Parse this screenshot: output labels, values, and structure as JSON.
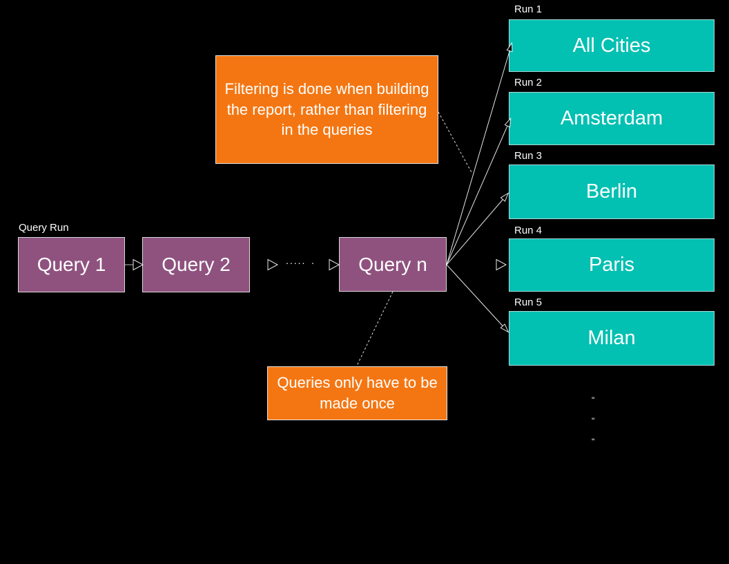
{
  "diagram": {
    "background": "#000000",
    "query_run_label": "Query Run",
    "chain_ellipsis": ".....",
    "chain_dot": ".",
    "queries": [
      {
        "label": "Query 1"
      },
      {
        "label": "Query 2"
      },
      {
        "label": "Query n"
      }
    ],
    "runs": [
      {
        "label": "Run 1",
        "city": "All Cities"
      },
      {
        "label": "Run 2",
        "city": "Amsterdam"
      },
      {
        "label": "Run 3",
        "city": "Berlin"
      },
      {
        "label": "Run 4",
        "city": "Paris"
      },
      {
        "label": "Run 5",
        "city": "Milan"
      }
    ],
    "vertical_ellipsis": [
      "\"",
      "\"",
      "\""
    ],
    "annotations": {
      "filtering": "Filtering is done when building the report, rather than filtering in the queries",
      "made_once": "Queries only have to be made once"
    },
    "colors": {
      "query_box": "#8F527F",
      "city_box": "#02C0B2",
      "annotation_box": "#F47612",
      "text": "#FFFFFF",
      "connector": "#FFFFFF"
    }
  }
}
